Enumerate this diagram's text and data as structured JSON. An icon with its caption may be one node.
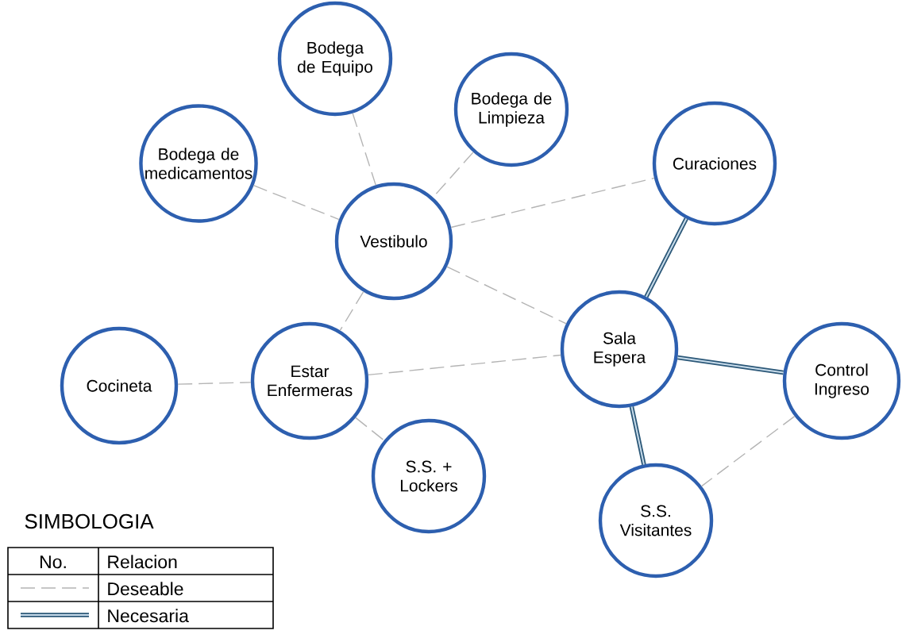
{
  "diagram": {
    "nodes": [
      {
        "text": [
          "Bodega de Equipo"
        ]
      },
      {
        "text": [
          "Bodega de Limpieza"
        ]
      },
      {
        "text": [
          "Bodega de medicamentos"
        ]
      },
      {
        "text": [
          "Curaciones"
        ]
      },
      {
        "text": [
          "Vestibulo"
        ]
      },
      {
        "text": [
          "Cocineta"
        ]
      },
      {
        "text": [
          "Estar Enfermeras"
        ]
      },
      {
        "text": [
          "Sala Espera"
        ]
      },
      {
        "text": [
          "Control Ingreso"
        ]
      },
      {
        "text": [
          "S.S. + Lockers"
        ]
      },
      {
        "text": [
          "S.S. Visitantes"
        ]
      }
    ],
    "edges": [
      {
        "from": 0,
        "to": 4,
        "arrow": "none",
        "style": "dashed"
      },
      {
        "from": 1,
        "to": 4,
        "arrow": "none",
        "style": "dashed"
      },
      {
        "from": 2,
        "to": 4,
        "arrow": "none",
        "style": "dashed"
      },
      {
        "from": 4,
        "to": 3,
        "arrow": "none",
        "style": "dashed"
      },
      {
        "from": 4,
        "to": 7,
        "arrow": "none",
        "style": "dashed"
      },
      {
        "from": 4,
        "to": 6,
        "arrow": "none",
        "style": "dashed"
      },
      {
        "from": 5,
        "to": 6,
        "arrow": "none",
        "style": "dashed"
      },
      {
        "from": 6,
        "to": 7,
        "arrow": "none",
        "style": "dashed"
      },
      {
        "from": 6,
        "to": 9,
        "arrow": "none",
        "style": "dashed"
      },
      {
        "from": 8,
        "to": 10,
        "arrow": "none",
        "style": "dashed"
      },
      {
        "from": 3,
        "to": 7,
        "arrow": "none",
        "style": "thick",
        "color": "#2c5878"
      },
      {
        "from": 7,
        "to": 8,
        "arrow": "none",
        "style": "thick",
        "color": "#2c5878"
      },
      {
        "from": 7,
        "to": 10,
        "arrow": "none",
        "style": "thick",
        "color": "#2c5878"
      }
    ],
    "labels": [
      "SIMBOLOGIA",
      "No.",
      "Relacion"
    ],
    "legend": [
      {
        "text": "Deseable"
      },
      {
        "text": "Necesaria"
      }
    ]
  }
}
